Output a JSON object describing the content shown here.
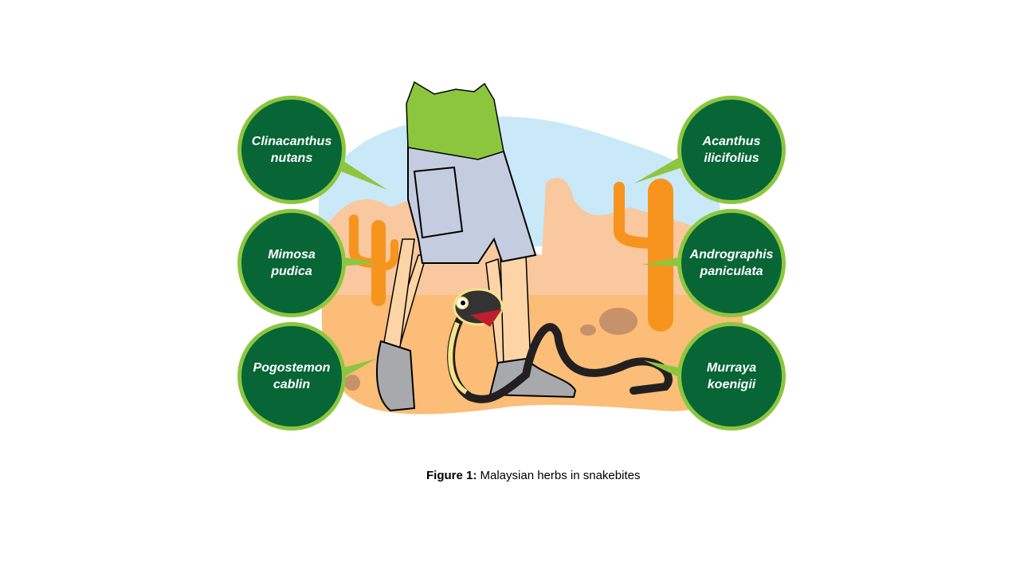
{
  "herbs": {
    "left": [
      {
        "line1": "Clinacanthus",
        "line2": "nutans"
      },
      {
        "line1": "Mimosa",
        "line2": "pudica"
      },
      {
        "line1": "Pogostemon",
        "line2": "cablin"
      }
    ],
    "right": [
      {
        "line1": "Acanthus",
        "line2": "ilicifolius"
      },
      {
        "line1": "Andrographis",
        "line2": "paniculata"
      },
      {
        "line1": "Murraya",
        "line2": "koenigii"
      }
    ]
  },
  "caption": {
    "label": "Figure 1:",
    "text": " Malaysian herbs in snakebites"
  },
  "colors": {
    "bubble_fill": "#086535",
    "bubble_border": "#8cc63f",
    "cactus": "#f7941d",
    "sky": "#c9e9f8",
    "ground": "#fbbd77"
  }
}
